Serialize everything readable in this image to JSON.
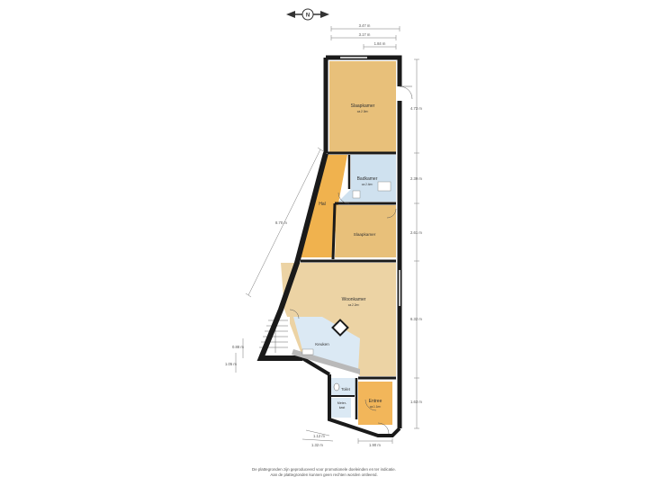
{
  "rooms": {
    "slaapkamer_1": {
      "name": "Slaapkamer",
      "area": "ca.2.3m²"
    },
    "badkamer": {
      "name": "Badkamer",
      "area": "ca.2.4m²"
    },
    "hal": {
      "name": "Hal"
    },
    "slaapkamer_2": {
      "name": "Slaapkamer"
    },
    "woonkamer": {
      "name": "Woonkamer",
      "area": "ca.2.2m²"
    },
    "keuken": {
      "name": "Keuken"
    },
    "toilet": {
      "name": "Toilet"
    },
    "entree": {
      "name": "Entree",
      "area": "ca.1.1m²"
    },
    "meterkast": {
      "name_line1": "Meter-",
      "name_line2": "kast"
    }
  },
  "dimensions": {
    "top_width_1": "3.47 m",
    "top_width_2": "3.17 m",
    "top_width_3": "1.84 m",
    "right_1": "4.73 m",
    "right_2": "2.39 m",
    "right_3": "2.61 m",
    "right_4": "6.32 m",
    "right_5": "1.63 m",
    "diagonal": "8.70 m",
    "left_1": "0.88 m",
    "left_2": "1.05 m",
    "bottom_1": "1.12 m",
    "bottom_2": "1.32 m",
    "bottom_3": "1.90 m"
  },
  "compass": {
    "label": "N"
  },
  "colors": {
    "bedroom": "#e8c07a",
    "hall": "#f0b24e",
    "living": "#ecd3a4",
    "bath": "#cfe1ef",
    "entree": "#f2b65a",
    "wall": "#1a1a1a"
  },
  "footer": {
    "line1": "De plattegronden zijn geproduceerd voor promotionele doeleinden en ter indicatie.",
    "line2": "Aan de plattegronden kunnen geen rechten worden ontleend."
  }
}
